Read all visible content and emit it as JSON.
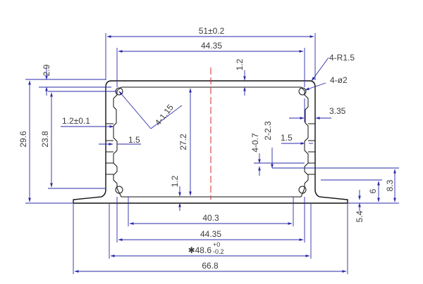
{
  "drawing": {
    "title": "",
    "dimensions": {
      "overall_width": "51±0.2",
      "inner_width_top": "44.35",
      "corner_radius": "4-R1.5",
      "hole_diameter": "4-ø2",
      "top_wall": "2.9",
      "top_thickness": "1.2",
      "overall_height": "29.6",
      "inner_height_left": "23.8",
      "slot_thickness": "1.2±0.1",
      "chamfer": "4-1.15",
      "slot_gap_left": "1.5",
      "inner_height": "27.2",
      "bottom_thickness": "1.2",
      "slot_width_small": "4-0.7",
      "slot_depth": "2-2.3",
      "slot_gap_right": "1.5",
      "wall_thickness": "3.35",
      "height_8_3": "8.3",
      "height_6": "6",
      "flange_thickness": "5.4",
      "inner_width_bottom": "40.3",
      "inner_width_44_35": "44.35",
      "width_48_6_prefix": "✱48.6",
      "width_48_6_tol_upper": "+0",
      "width_48_6_tol_lower": "-0.2",
      "flange_width": "66.8"
    }
  }
}
